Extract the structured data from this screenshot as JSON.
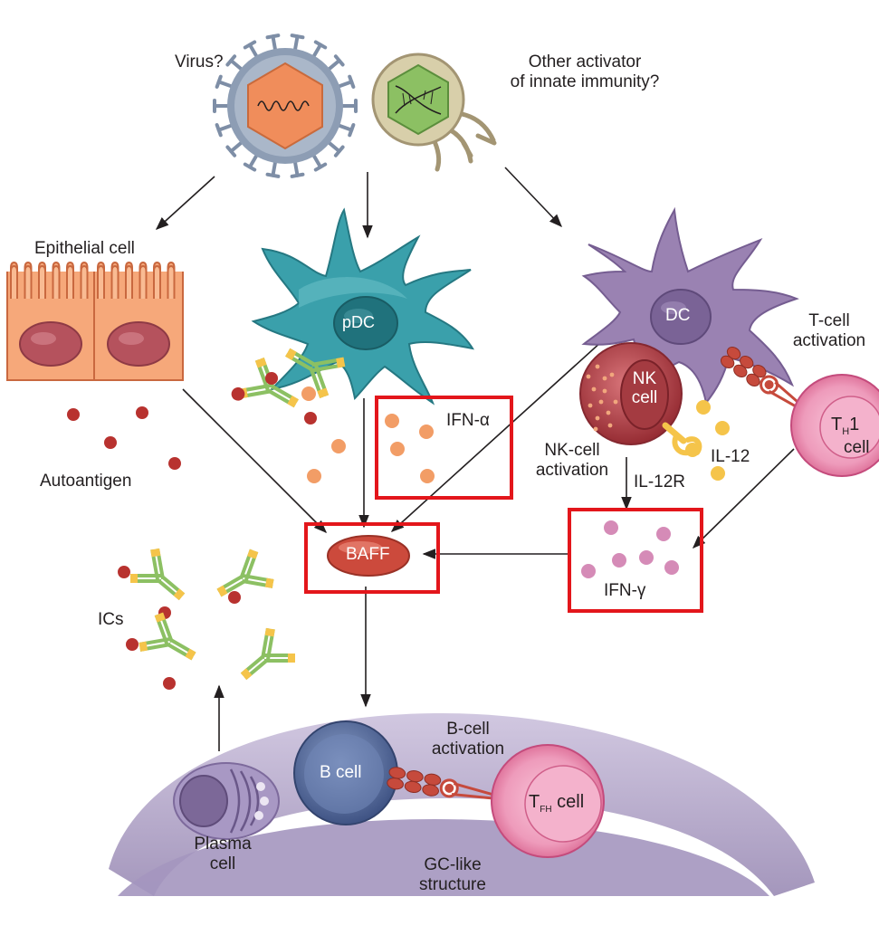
{
  "labels": {
    "virus": "Virus?",
    "other_activator_line1": "Other activator",
    "other_activator_line2": "of innate immunity?",
    "epithelial_cell": "Epithelial cell",
    "autoantigen": "Autoantigen",
    "pdc": "pDC",
    "ifn_alpha": "IFN-α",
    "dc": "DC",
    "t_cell_activation_line1": "T-cell",
    "t_cell_activation_line2": "activation",
    "nk_cell_line1": "NK",
    "nk_cell_line2": "cell",
    "il12": "IL-12",
    "il12r": "IL-12R",
    "nk_activation_line1": "NK-cell",
    "nk_activation_line2": "activation",
    "th1_main": "T",
    "th1_sub": "H",
    "th1_num": "1",
    "th1_cell": "cell",
    "baff": "BAFF",
    "ifn_gamma": "IFN-γ",
    "ics": "ICs",
    "b_cell": "B cell",
    "b_cell_activation_line1": "B-cell",
    "b_cell_activation_line2": "activation",
    "tfh_main": "T",
    "tfh_sub": "FH",
    "tfh_cell": "cell",
    "plasma_cell_line1": "Plasma",
    "plasma_cell_line2": "cell",
    "gc_line1": "GC-like",
    "gc_line2": "structure"
  },
  "colors": {
    "highlight_box": "#e3161b",
    "virus_capsid": "#f08d5b",
    "virus_envelope": "#7e8ea6",
    "green_virus": "#8cc063",
    "epithelial": "#f6a87a",
    "epithelial_nucleus": "#b5525d",
    "pdc": "#3aa0ab",
    "dc": "#9a82b2",
    "nk": "#b33a3f",
    "th": "#e46a97",
    "baff": "#cc4a3c",
    "b_cell": "#4f6596",
    "plasma": "#8f7ab0",
    "gc": "#9a8ab2",
    "autoantigen": "#b8322f",
    "ifn_alpha_dot": "#f29d66",
    "ifn_gamma_dot": "#d58bb7",
    "il12_dot": "#f5c44a"
  }
}
